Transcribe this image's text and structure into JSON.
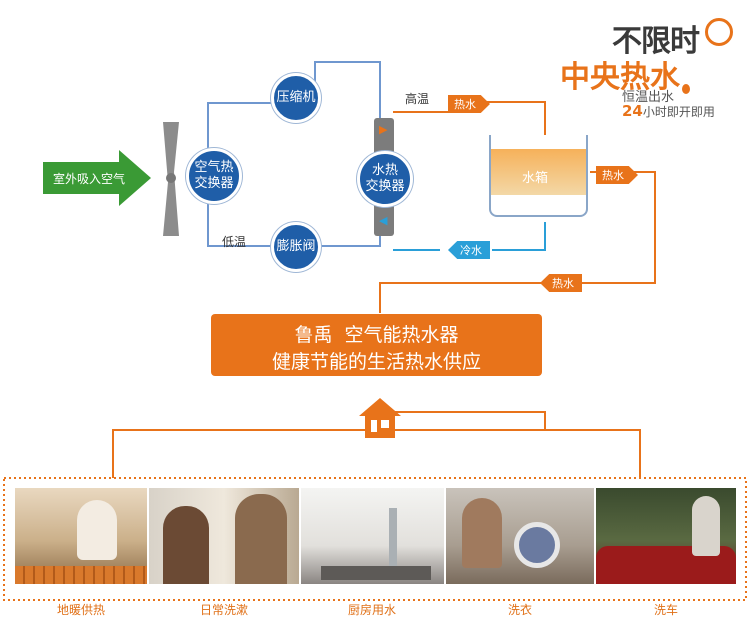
{
  "brand": {
    "line1": "不限时",
    "line2": "中央热水",
    "sub1": "恒温出水",
    "sub2_num": "24",
    "sub2_text": "小时即开即用"
  },
  "diagram": {
    "intake_arrow": "室外吸入空气",
    "air_exchanger": "空气热\n交换器",
    "compressor": "压缩机",
    "expansion_valve": "膨胀阀",
    "water_exchanger": "水热\n交换器",
    "high_temp": "高温",
    "low_temp": "低温",
    "tank": "水箱",
    "hot_water_1": "热水",
    "hot_water_2": "热水",
    "hot_water_3": "热水",
    "cold_water": "冷水"
  },
  "banner": {
    "line1_brand": "鲁禹",
    "line1_text": "空气能热水器",
    "line2": "健康节能的生活热水供应"
  },
  "uses": [
    {
      "label": "地暖供热"
    },
    {
      "label": "日常洗漱"
    },
    {
      "label": "厨房用水"
    },
    {
      "label": "洗衣"
    },
    {
      "label": "洗车"
    }
  ],
  "colors": {
    "orange": "#e8731a",
    "blue": "#1f5ea8",
    "green": "#3a9a35",
    "cold_blue": "#2a9fd8"
  }
}
